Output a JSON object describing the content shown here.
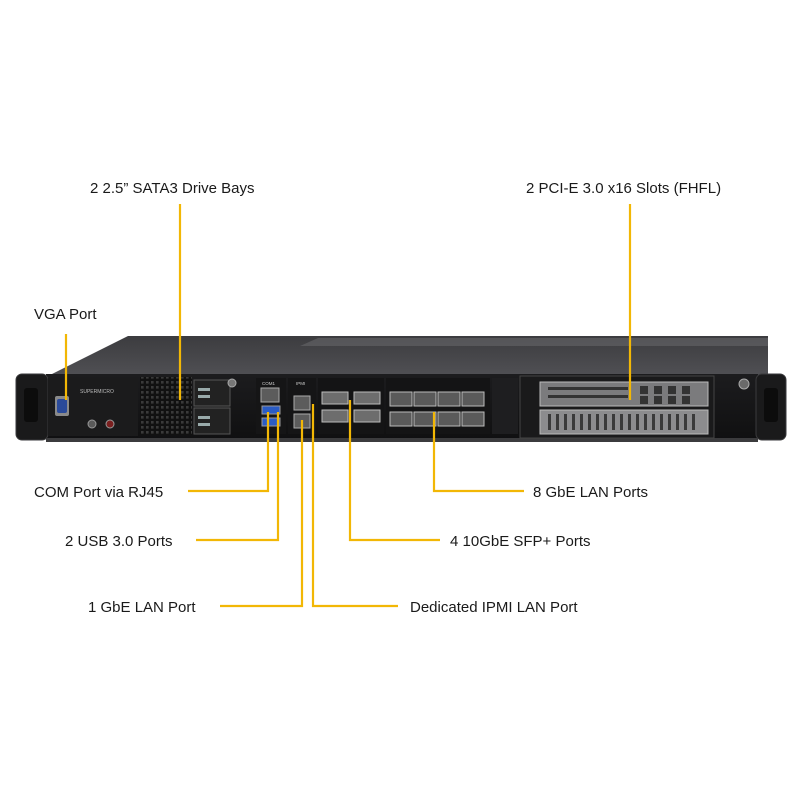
{
  "diagram": {
    "brand_text": "SUPERMICRO",
    "com_port_text": "COM1",
    "ipmi_port_text": "IPMI",
    "leader_color": "#f2b705",
    "chassis_color": "#2b2b2d",
    "labels": {
      "drive_bays": "2 2.5” SATA3 Drive Bays",
      "pcie_slots": "2 PCI-E 3.0 x16 Slots (FHFL)",
      "vga_port": "VGA Port",
      "com_port": "COM Port via RJ45",
      "usb_ports": "2 USB 3.0 Ports",
      "gbe_lan_port": "1 GbE LAN Port",
      "lan_ports_8": "8 GbE LAN Ports",
      "sfp_ports": "4 10GbE SFP+ Ports",
      "ipmi_port": "Dedicated IPMI LAN Port"
    }
  }
}
